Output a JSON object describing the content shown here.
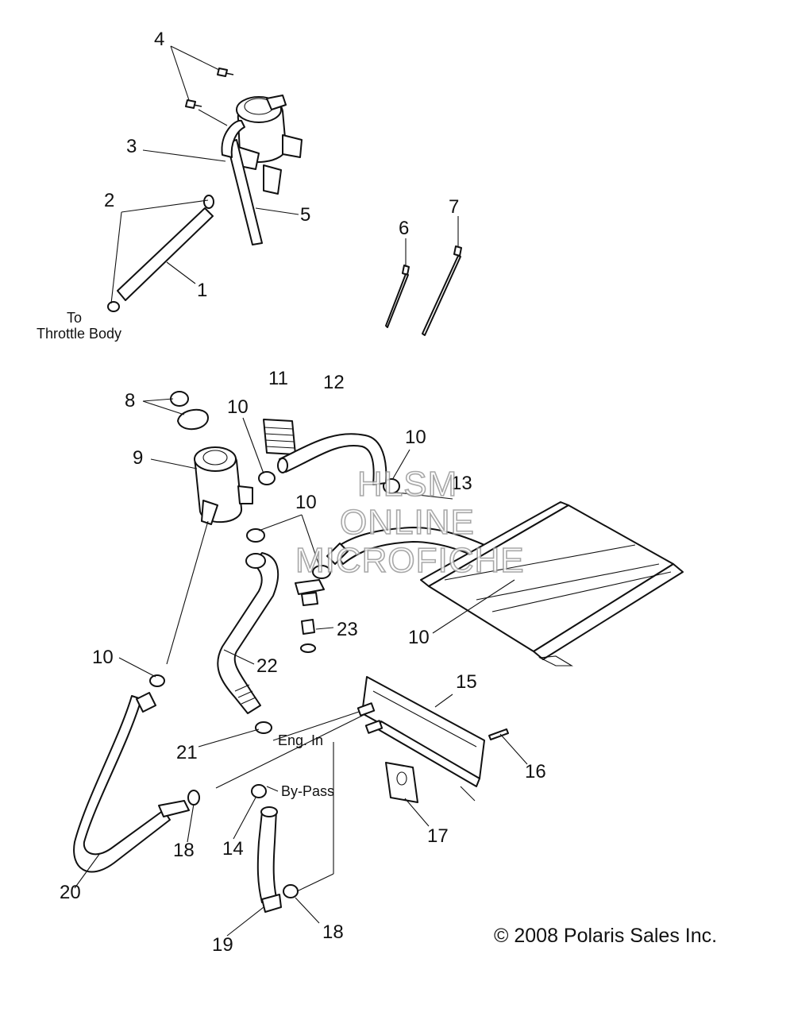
{
  "callouts": {
    "n1": "1",
    "n2": "2",
    "n3": "3",
    "n4": "4",
    "n5": "5",
    "n6": "6",
    "n7": "7",
    "n8": "8",
    "n9": "9",
    "n10a": "10",
    "n10b": "10",
    "n10c": "10",
    "n10d": "10",
    "n10e": "10",
    "n11": "11",
    "n12": "12",
    "n13": "13",
    "n14": "14",
    "n15": "15",
    "n16": "16",
    "n17": "17",
    "n18a": "18",
    "n18b": "18",
    "n19": "19",
    "n20": "20",
    "n21": "21",
    "n22": "22",
    "n23": "23"
  },
  "notes": {
    "to": "To",
    "throttle_body": "Throttle Body",
    "eng_in": "Eng. In",
    "by_pass": "By-Pass"
  },
  "watermark": {
    "line1": "HLSM",
    "line2": "ONLINE",
    "line3": "MICROFICHE"
  },
  "copyright": "© 2008 Polaris Sales Inc."
}
